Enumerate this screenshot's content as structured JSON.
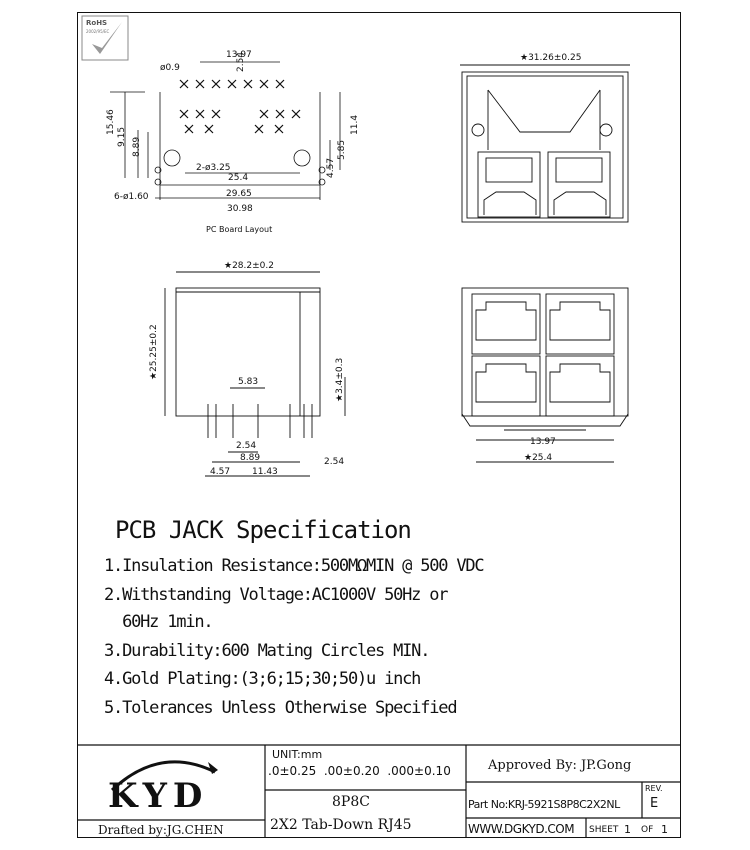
{
  "rohs": {
    "label": "RoHS",
    "date": "2002/95/EC"
  },
  "views": {
    "pcb_layout": {
      "caption": "PC Board Layout",
      "dims": {
        "d_top": "13.97",
        "d_pitch": "2.54",
        "d_hole": "ø0.9",
        "d_h1": "15.46",
        "d_h2": "9.15",
        "d_h3": "8.89",
        "d_h4": "11.4",
        "d_h5": "5.85",
        "d_h6": "4.57",
        "d_mount": "2-ø3.25",
        "d_25": "25.4",
        "d_2965": "29.65",
        "d_3098": "30.98",
        "d_small": "6-ø1.60"
      }
    },
    "front_top": {
      "dim": "★31.26±0.25"
    },
    "side": {
      "dims": {
        "w": "★28.2±0.2",
        "h": "★25.25±0.2",
        "h2": "★3.4±0.3",
        "d583": "5.83",
        "d254": "2.54",
        "d889": "8.89",
        "d457": "4.57",
        "d1143": "11.43",
        "d254b": "2.54"
      }
    },
    "front": {
      "dims": {
        "d1397": "13.97",
        "d254": "★25.4"
      }
    }
  },
  "spec": {
    "title": "PCB JACK Specification",
    "lines": [
      "1.Insulation Resistance:500MΩMIN @ 500 VDC",
      "2.Withstanding Voltage:AC1000V 50Hz or",
      "  60Hz 1min.",
      "3.Durability:600 Mating Circles MIN.",
      "4.Gold Plating:(3;6;15;30;50)u inch",
      "5.Tolerances Unless Otherwise Specified"
    ]
  },
  "title_block": {
    "logo": "KYD",
    "drafted": "Drafted by:JG.CHEN",
    "unit": "UNIT:mm",
    "tolerances": ".0±0.25  .00±0.20  .000±0.10",
    "name1": "8P8C",
    "name2": "2X2 Tab-Down RJ45",
    "approved": "Approved By: JP.Gong",
    "rev_label": "REV.",
    "part_no": "Part No:KRJ-5921S8P8C2X2NL",
    "rev": "E",
    "website": "WWW.DGKYD.COM",
    "sheet_label": "SHEET",
    "sheet_no": "1",
    "of_label": "OF",
    "of_no": "1"
  }
}
